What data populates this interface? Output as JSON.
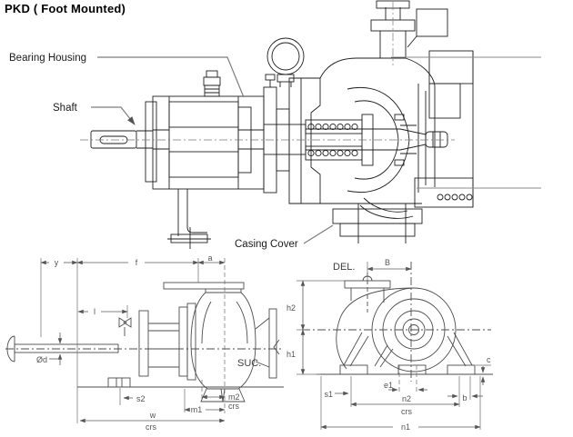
{
  "title": "PKD ( Foot Mounted)",
  "colors": {
    "drawing_line": "#1f1f1f",
    "dimension_line": "#5a5a5a",
    "leader_line": "#7d7d7d",
    "background": "#ffffff"
  },
  "main_view": {
    "labels": {
      "bearing_housing": "Bearing Housing",
      "shaft": "Shaft",
      "casing_cover": "Casing Cover"
    }
  },
  "side_view": {
    "port": "SUC.",
    "dims": {
      "y": "y",
      "f": "f",
      "a": "a",
      "l": "l",
      "d": "Ød",
      "s2": "s2",
      "m1": "m1",
      "m2": "m2",
      "m2_unit": "crs",
      "w": "w",
      "w_unit": "crs"
    }
  },
  "end_view": {
    "port": "DEL.",
    "dims": {
      "B": "B",
      "h2": "h2",
      "h1": "h1",
      "s1": "s1",
      "e1": "e1",
      "n2": "n2",
      "n2_unit": "crs",
      "n1": "n1",
      "b": "b",
      "c": "c"
    }
  }
}
